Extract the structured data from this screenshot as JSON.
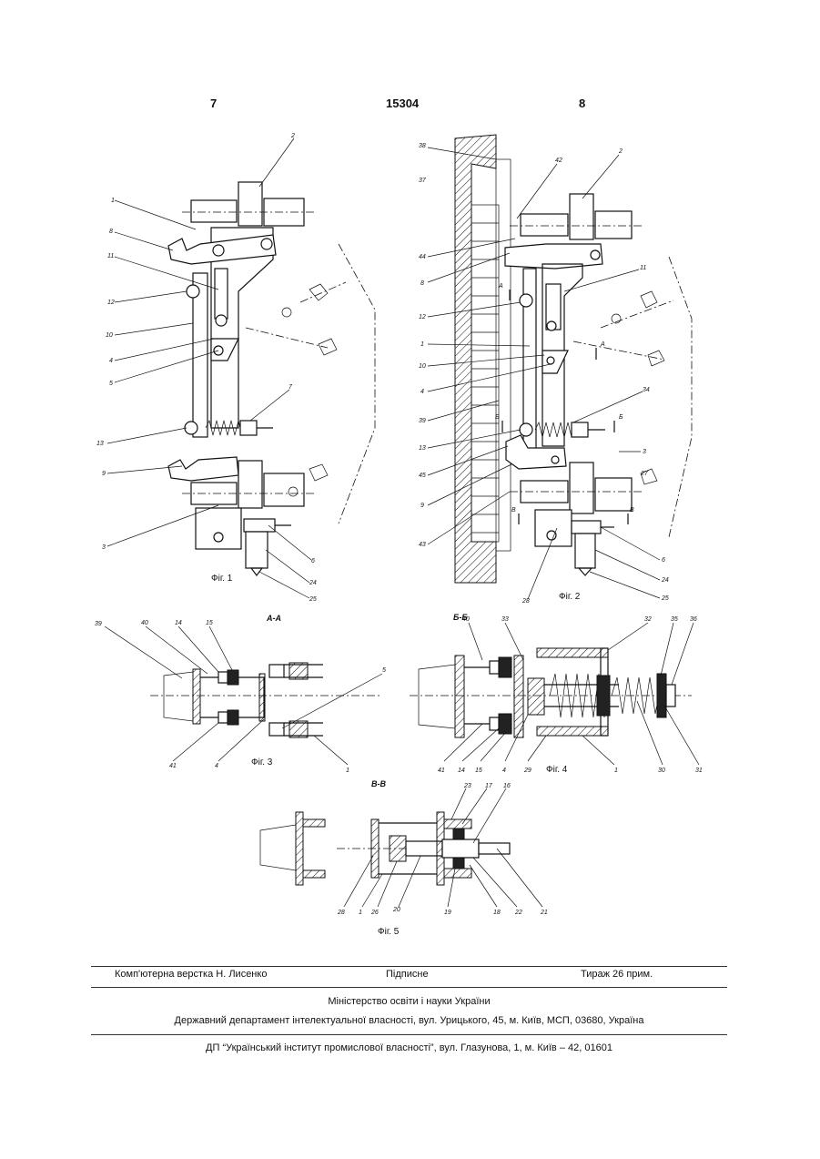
{
  "header": {
    "page_left": "7",
    "patent_number": "15304",
    "page_right": "8"
  },
  "figures": {
    "fig1": "Фіг. 1",
    "fig2": "Фіг. 2",
    "fig3": "Фіг. 3",
    "fig4": "Фіг. 4",
    "fig5": "Фіг. 5",
    "section_aa": "А-А",
    "section_bb": "Б-Б",
    "section_vv": "В-В",
    "sect_a": "А",
    "sect_b": "Б",
    "sect_v": "В"
  },
  "labels": {
    "fig1": [
      "2",
      "1",
      "8",
      "11",
      "12",
      "10",
      "4",
      "5",
      "7",
      "13",
      "9",
      "3",
      "6",
      "24",
      "25"
    ],
    "fig2": [
      "38",
      "42",
      "2",
      "37",
      "44",
      "8",
      "11",
      "12",
      "1",
      "10",
      "4",
      "34",
      "39",
      "13",
      "45",
      "9",
      "3",
      "27",
      "43",
      "28",
      "6",
      "24",
      "25"
    ],
    "fig3": [
      "39",
      "40",
      "14",
      "15",
      "5",
      "41",
      "4",
      "1"
    ],
    "fig4": [
      "40",
      "33",
      "32",
      "35",
      "36",
      "41",
      "14",
      "15",
      "4",
      "29",
      "1",
      "30",
      "31"
    ],
    "fig5": [
      "23",
      "17",
      "16",
      "28",
      "1",
      "26",
      "20",
      "19",
      "18",
      "22",
      "21"
    ]
  },
  "footer": {
    "layout": "Комп'ютерна верстка Н. Лисенко",
    "signed": "Підписне",
    "circulation": "Тираж 26 прим.",
    "ministry": "Міністерство освіти і науки України",
    "department": "Державний департамент інтелектуальної власності, вул. Урицького, 45, м. Київ, МСП, 03680, Україна",
    "institute": "ДП “Український інститут промислової власності”, вул. Глазунова, 1, м. Київ – 42, 01601"
  }
}
